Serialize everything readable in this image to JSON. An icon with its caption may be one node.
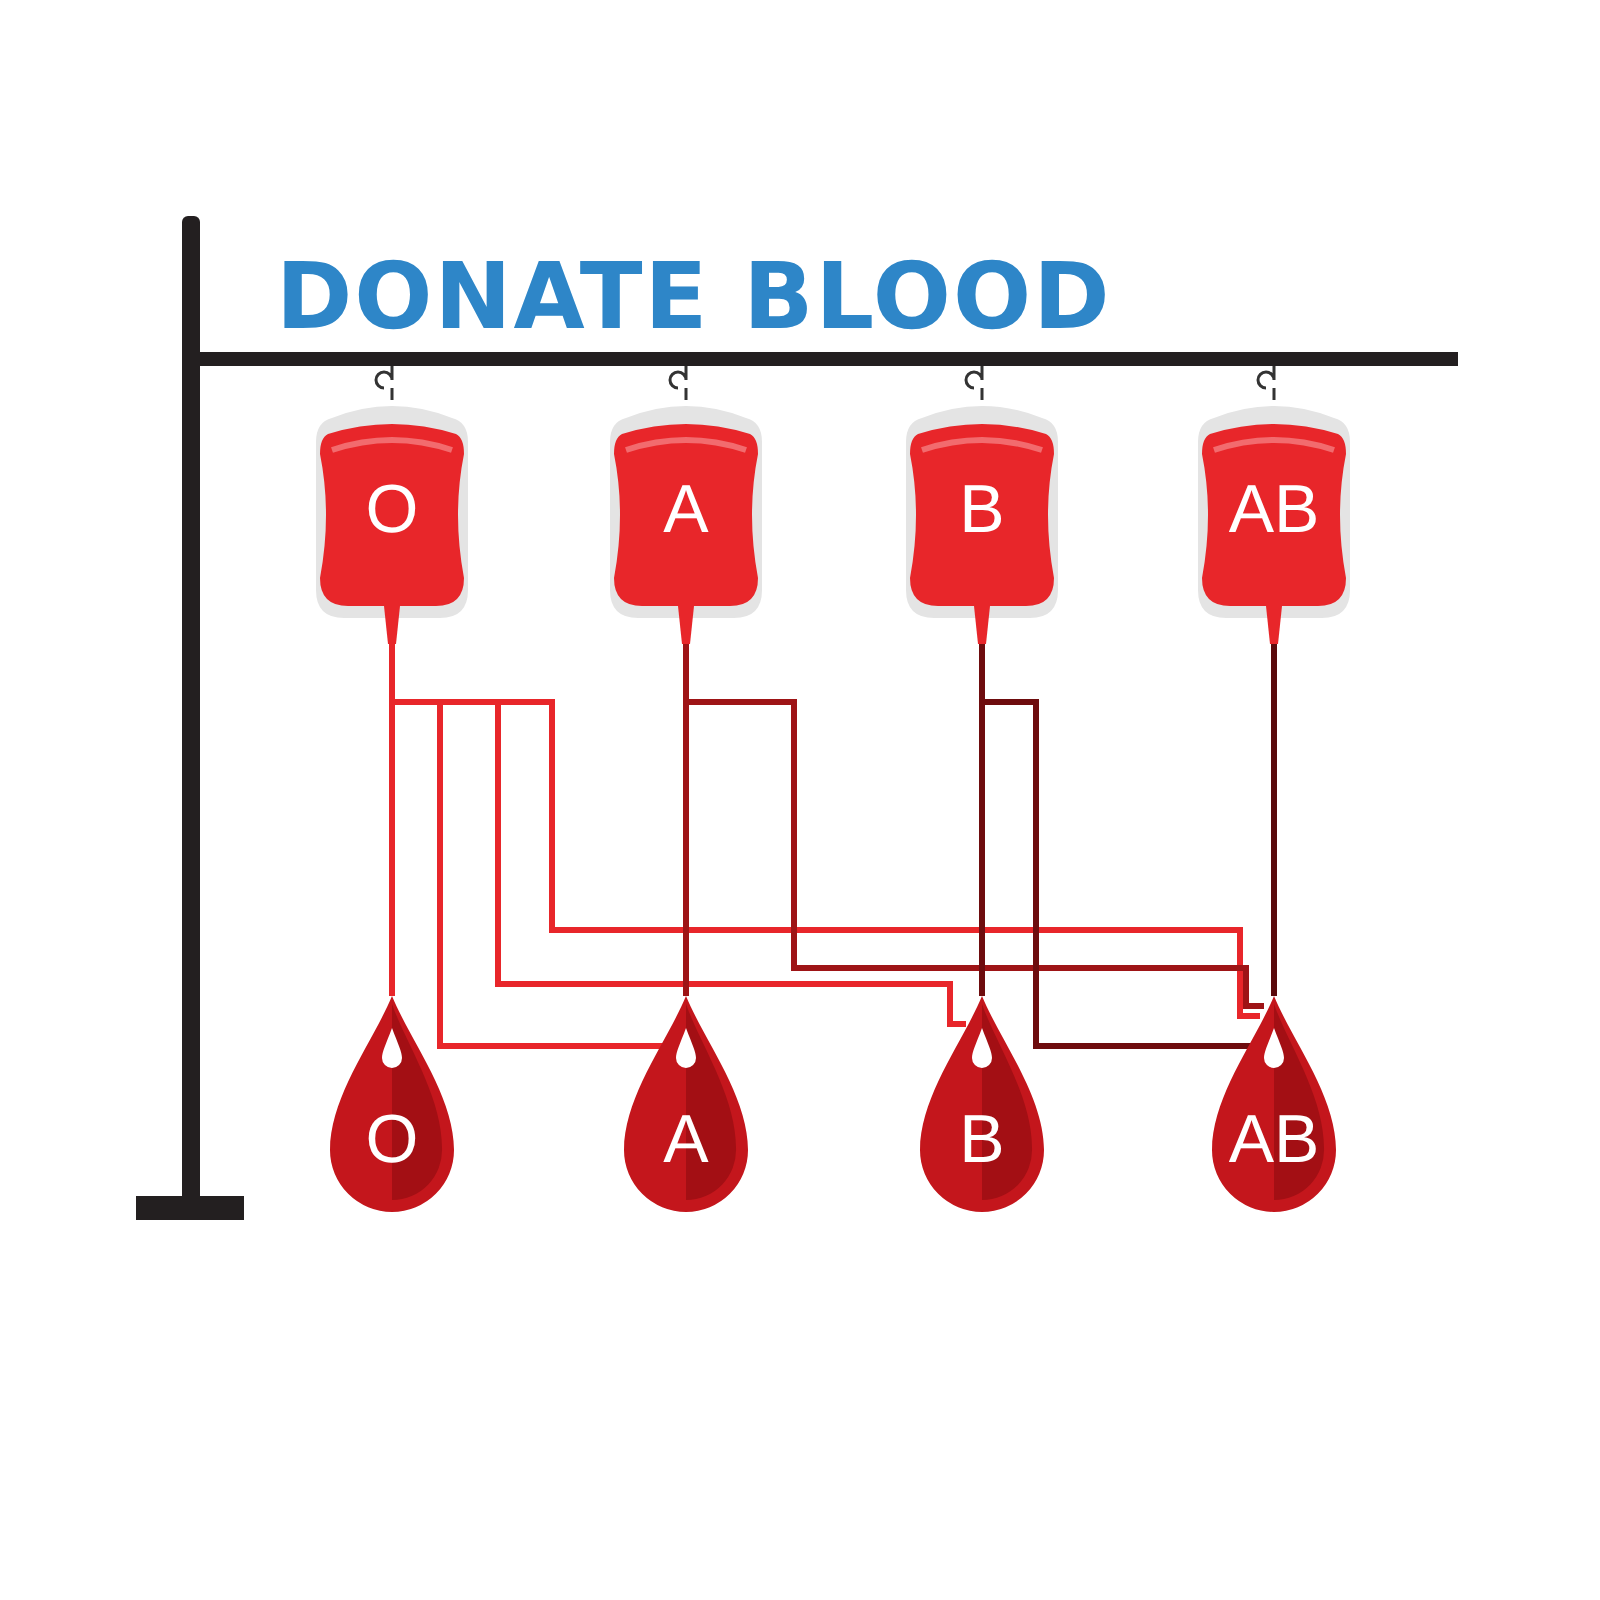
{
  "diagram": {
    "title": "DONATE BLOOD",
    "nodes": [
      {
        "text": [
          "O"
        ]
      },
      {
        "text": [
          "A"
        ]
      },
      {
        "text": [
          "B"
        ]
      },
      {
        "text": [
          "AB"
        ]
      },
      {
        "text": [
          "O"
        ]
      },
      {
        "text": [
          "A"
        ]
      },
      {
        "text": [
          "B"
        ]
      },
      {
        "text": [
          "AB"
        ]
      }
    ],
    "edges": [
      {
        "from": 0,
        "to": 4,
        "arrow": "none"
      },
      {
        "from": 0,
        "to": 5,
        "arrow": "none"
      },
      {
        "from": 0,
        "to": 6,
        "arrow": "none"
      },
      {
        "from": 0,
        "to": 7,
        "arrow": "none"
      },
      {
        "from": 1,
        "to": 5,
        "arrow": "none",
        "color": "#9e1416"
      },
      {
        "from": 1,
        "to": 7,
        "arrow": "none",
        "color": "#9e1416"
      },
      {
        "from": 2,
        "to": 6,
        "arrow": "none",
        "color": "#6e0c0e"
      },
      {
        "from": 2,
        "to": 7,
        "arrow": "none",
        "color": "#6e0c0e"
      },
      {
        "from": 3,
        "to": 7,
        "arrow": "none",
        "color": "#5a0a0c"
      }
    ]
  }
}
